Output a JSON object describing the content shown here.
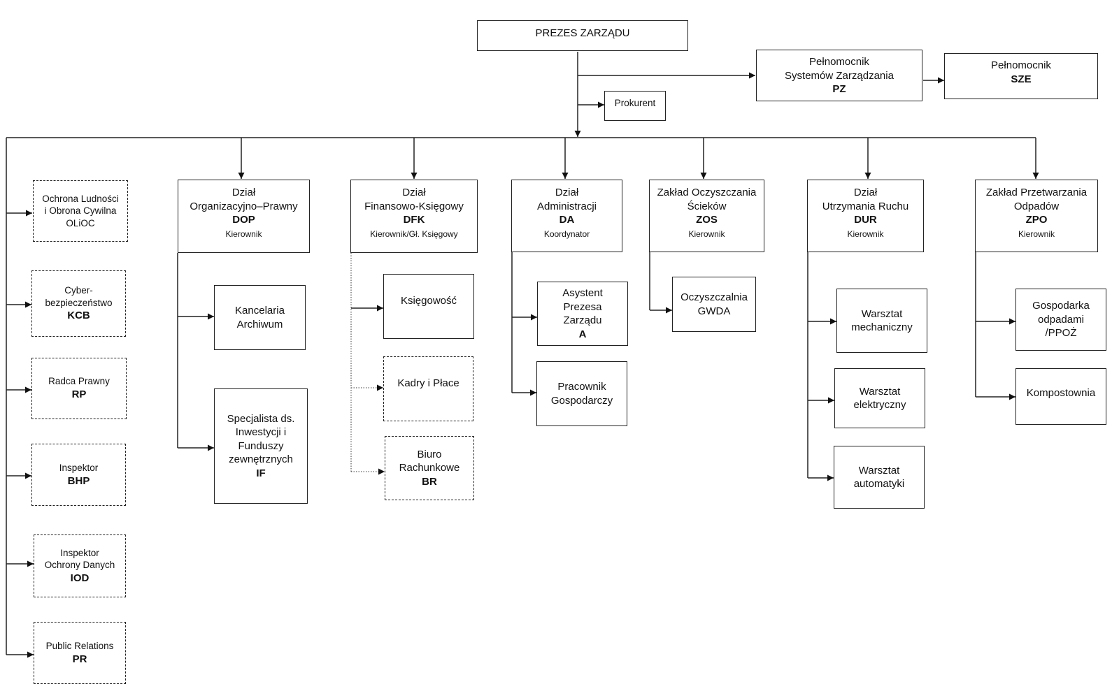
{
  "org_chart": {
    "president": {
      "title": "PREZES ZARZĄDU"
    },
    "proxy_pz": {
      "lines": [
        "Pełnomocnik",
        "Systemów Zarządzania"
      ],
      "code": "PZ"
    },
    "proxy_sze": {
      "lines": [
        "Pełnomocnik"
      ],
      "code": "SZE"
    },
    "prokurent": {
      "title": "Prokurent"
    },
    "staff": [
      {
        "lines": [
          "Ochrona Ludności",
          "i Obrona Cywilna",
          "OLiOC"
        ],
        "code": ""
      },
      {
        "lines": [
          "Cyber-",
          "bezpieczeństwo"
        ],
        "code": "KCB"
      },
      {
        "lines": [
          "Radca Prawny"
        ],
        "code": "RP"
      },
      {
        "lines": [
          "Inspektor"
        ],
        "code": "BHP"
      },
      {
        "lines": [
          "Inspektor",
          "Ochrony Danych"
        ],
        "code": "IOD"
      },
      {
        "lines": [
          "Public Relations"
        ],
        "code": "PR"
      }
    ],
    "departments": [
      {
        "lines": [
          "Dział",
          "Organizacyjno–Prawny"
        ],
        "code": "DOP",
        "role": "Kierownik",
        "units": [
          {
            "lines": [
              "Kancelaria",
              "Archiwum"
            ],
            "code": ""
          },
          {
            "lines": [
              "Specjalista ds.",
              "Inwestycji i",
              "Funduszy",
              "zewnętrznych"
            ],
            "code": "IF"
          }
        ]
      },
      {
        "lines": [
          "Dział",
          "Finansowo-Księgowy"
        ],
        "code": "DFK",
        "role": "Kierownik/Gł. Księgowy",
        "units": [
          {
            "lines": [
              "Księgowość"
            ],
            "code": ""
          },
          {
            "lines": [
              "Kadry i Płace"
            ],
            "code": ""
          },
          {
            "lines": [
              "Biuro",
              "Rachunkowe"
            ],
            "code": "BR"
          }
        ]
      },
      {
        "lines": [
          "Dział",
          "Administracji"
        ],
        "code": "DA",
        "role": "Koordynator",
        "units": [
          {
            "lines": [
              "Asystent",
              "Prezesa",
              "Zarządu"
            ],
            "code": "A"
          },
          {
            "lines": [
              "Pracownik",
              "Gospodarczy"
            ],
            "code": ""
          }
        ]
      },
      {
        "lines": [
          "Zakład Oczyszczania",
          "Ścieków"
        ],
        "code": "ZOS",
        "role": "Kierownik",
        "units": [
          {
            "lines": [
              "Oczyszczalnia",
              "GWDA"
            ],
            "code": ""
          }
        ]
      },
      {
        "lines": [
          "Dział",
          "Utrzymania Ruchu"
        ],
        "code": "DUR",
        "role": "Kierownik",
        "units": [
          {
            "lines": [
              "Warsztat",
              "mechaniczny"
            ],
            "code": ""
          },
          {
            "lines": [
              "Warsztat",
              "elektryczny"
            ],
            "code": ""
          },
          {
            "lines": [
              "Warsztat",
              "automatyki"
            ],
            "code": ""
          }
        ]
      },
      {
        "lines": [
          "Zakład Przetwarzania",
          "Odpadów"
        ],
        "code": "ZPO",
        "role": "Kierownik",
        "units": [
          {
            "lines": [
              "Gospodarka",
              "odpadami",
              "/PPOŻ"
            ],
            "code": ""
          },
          {
            "lines": [
              "Kompostownia"
            ],
            "code": ""
          }
        ]
      }
    ]
  }
}
